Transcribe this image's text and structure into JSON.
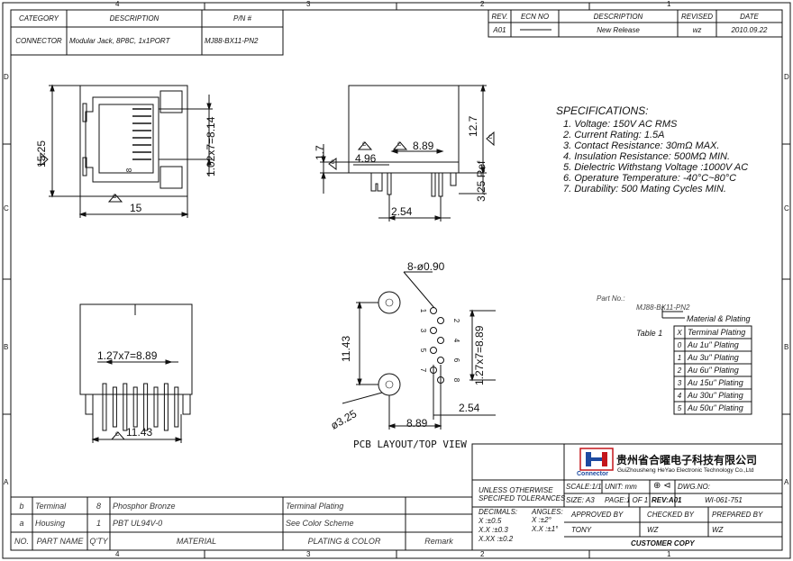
{
  "header_block": {
    "headers": [
      "CATEGORY",
      "DESCRIPTION",
      "P/N #"
    ],
    "values": [
      "CONNECTOR",
      "Modular Jack, 8P8C, 1x1PORT",
      "MJ88-BX11-PN2"
    ]
  },
  "revision_block": {
    "headers": [
      "REV.",
      "ECN NO",
      "DESCRIPTION",
      "REVISED",
      "DATE"
    ],
    "row": [
      "A01",
      "",
      "New Release",
      "wz",
      "2010.09.22"
    ]
  },
  "zones": {
    "columns": [
      "4",
      "3",
      "2",
      "1"
    ],
    "rows": [
      "D",
      "C",
      "B",
      "A"
    ]
  },
  "specifications": {
    "title": "SPECIFICATIONS:",
    "items": [
      "1. Voltage: 150V AC RMS",
      "2. Current Rating: 1.5A",
      "3. Contact Resistance: 30mΩ MAX.",
      "4. Insulation Resistance: 500MΩ MIN.",
      "5. Dielectric Withstang Voltage :1000V AC",
      "6. Operature Temperature: -40°C~80°C",
      "7. Durability: 500 Mating Cycles MIN."
    ]
  },
  "part_legend": {
    "label": "Part No.:",
    "part": "MJ88-BX11-PN2",
    "callout": "Material & Plating",
    "table_label": "Table 1",
    "table_header": [
      "X",
      "Terminal Plating"
    ],
    "table_rows": [
      [
        "0",
        "Au 1u\" Plating"
      ],
      [
        "1",
        "Au 3u\" Plating"
      ],
      [
        "2",
        "Au 6u\" Plating"
      ],
      [
        "3",
        "Au 15u\" Plating"
      ],
      [
        "4",
        "Au 30u\" Plating"
      ],
      [
        "5",
        "Au 50u\" Plating"
      ]
    ]
  },
  "dimensions": {
    "front_height": "15.25",
    "front_width": "15",
    "front_pitch_v": "1.02x7=8.14",
    "front_pin_label": "8",
    "side_height": "12.7",
    "side_pins": "8.89",
    "side_offset": "4.96",
    "side_step": "1.7",
    "side_ref": "3.25 Ref",
    "side_pitch": "2.54",
    "pcb_holes": "8-ø0.90",
    "pcb_height": "11.43",
    "pcb_pitch": "1.27x7=8.89",
    "pcb_width": "8.89",
    "pcb_offset": "2.54",
    "pcb_post": "ø3.25",
    "pcb_title": "PCB LAYOUT/TOP VIEW",
    "pin_numbers": [
      "1",
      "2",
      "3",
      "4",
      "5",
      "6",
      "7",
      "8"
    ],
    "bottom_pitch": "1.27x7=8.89",
    "bottom_width": "11.43",
    "datum_c": "C"
  },
  "bom": {
    "rows": [
      [
        "b",
        "Terminal",
        "8",
        "Phosphor Bronze",
        "Terminal Plating",
        ""
      ],
      [
        "a",
        "Housing",
        "1",
        "PBT UL94V-0",
        "See Color Scheme",
        ""
      ]
    ],
    "headers": [
      "NO.",
      "PART NAME",
      "Q'TY",
      "MATERIAL",
      "PLATING & COLOR",
      "Remark"
    ]
  },
  "title_block": {
    "company_cn": "贵州省合曜电子科技有限公司",
    "company_en": "GuiZhousheng HeYao Electronic Technology Co.,Ltd",
    "logo_text": "Connector",
    "tolerance_note": [
      "UNLESS OTHERWISE",
      "SPECIFED TOLERANCES"
    ],
    "decimals_label": "DECIMALS:",
    "decimals": [
      [
        "X",
        ":±0.5"
      ],
      [
        "X.X",
        ":±0.3"
      ],
      [
        "X.XX",
        ":±0.2"
      ]
    ],
    "angles_label": "ANGLES:",
    "angles": [
      [
        "X",
        ":±2°"
      ],
      [
        "X.X",
        ":±1°"
      ]
    ],
    "scale": "SCALE:1/1",
    "unit": "UNIT: mm",
    "dwg_no_label": "DWG.NO:",
    "size": "SIZE: A3",
    "page": "PAGE:1 OF 1",
    "rev": "REV:A01",
    "dwg_no": "WI-061-751",
    "approved_label": "APPROVED BY",
    "checked_label": "CHECKED BY",
    "prepared_label": "PREPARED BY",
    "approved": "TONY",
    "checked": "WZ",
    "prepared": "WZ",
    "customer_copy": "CUSTOMER COPY"
  }
}
